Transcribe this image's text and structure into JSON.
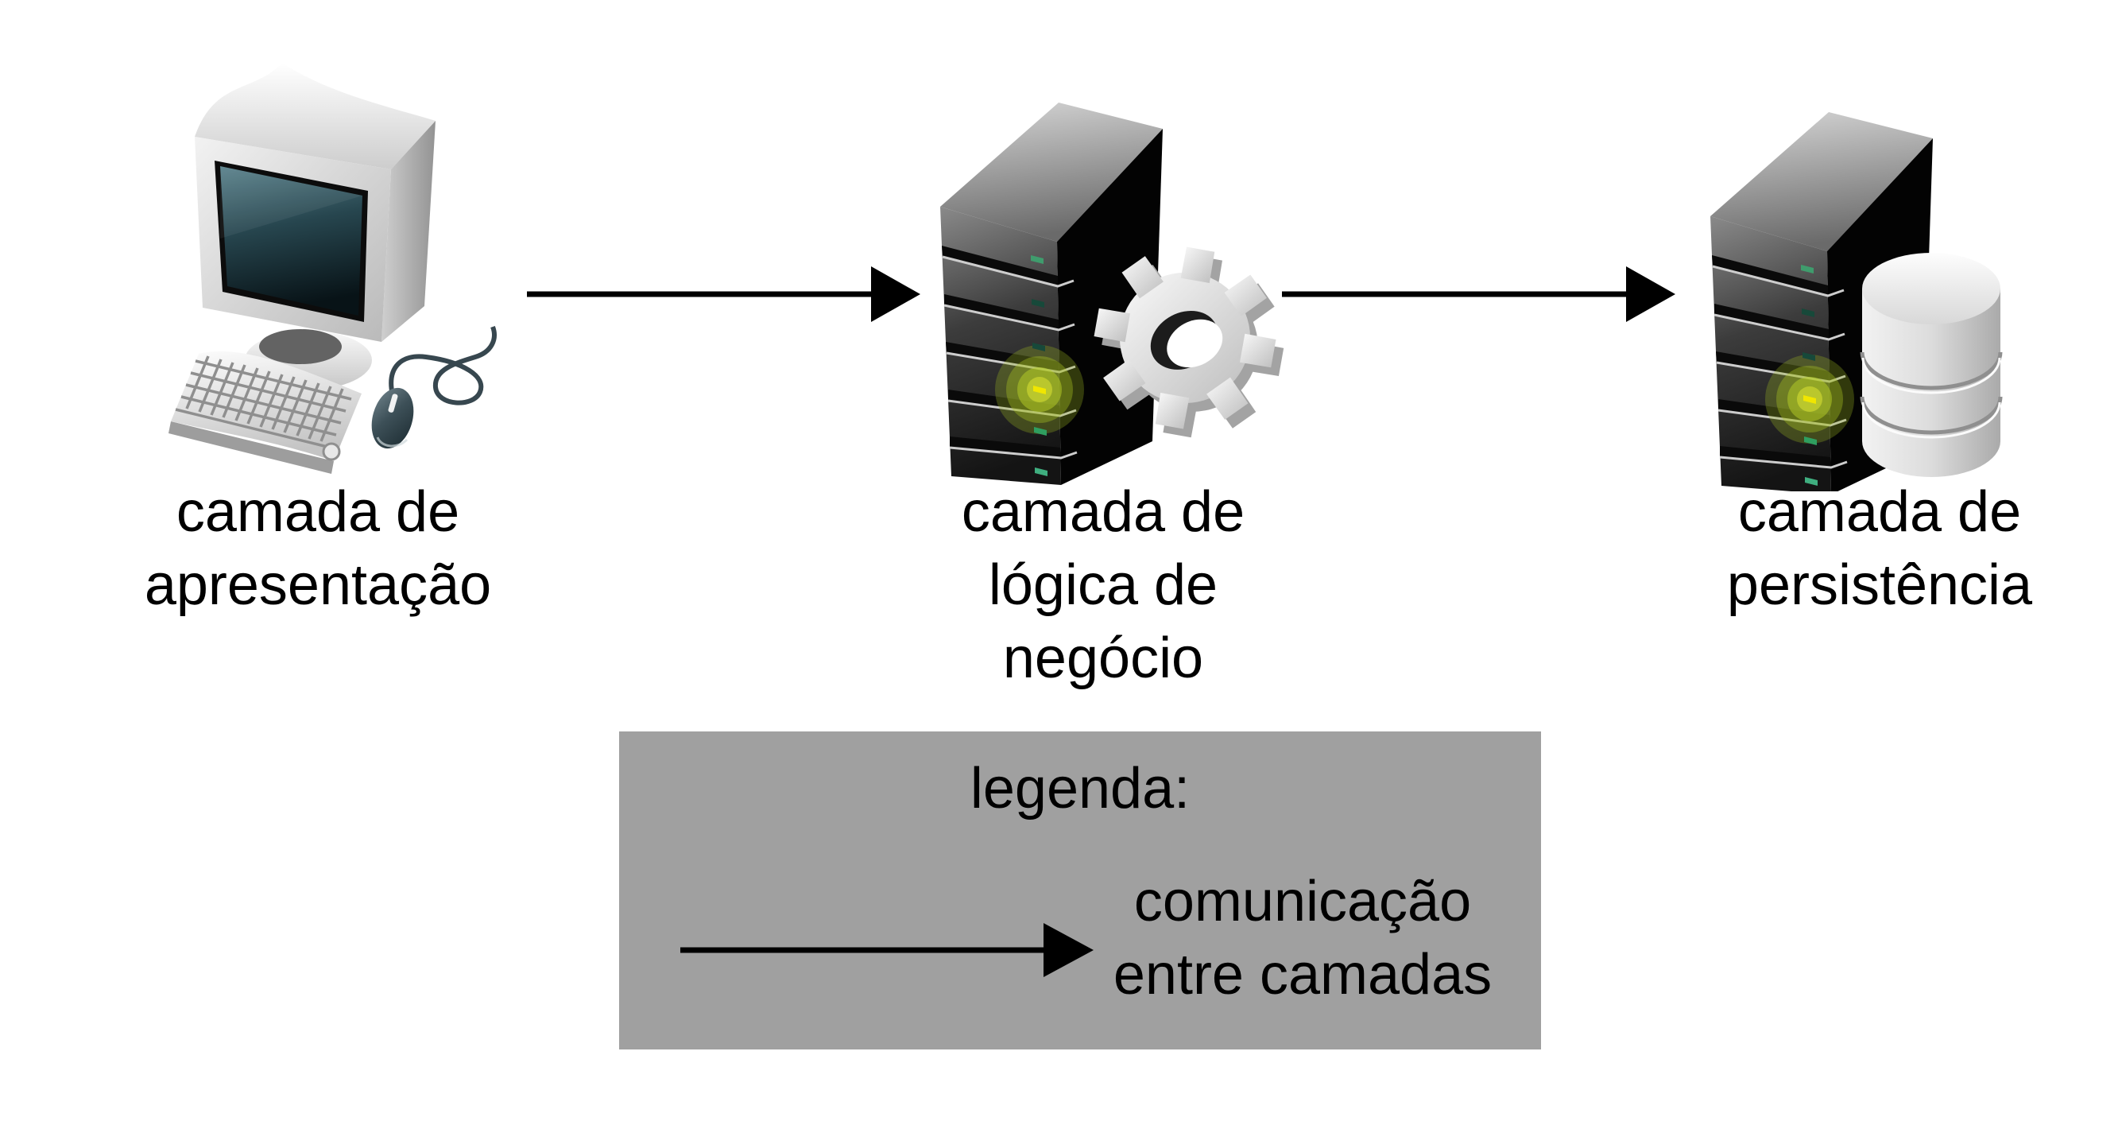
{
  "nodes": [
    {
      "id": "presentation",
      "icon": "desktop-computer",
      "label": "camada de\napresentação"
    },
    {
      "id": "business-logic",
      "icon": "server-gear",
      "label": "camada de\nlógica de\nnegócio"
    },
    {
      "id": "persistence",
      "icon": "server-database",
      "label": "camada de\npersistência"
    }
  ],
  "connections": [
    {
      "from": "presentation",
      "to": "business-logic",
      "style": "solid-arrow"
    },
    {
      "from": "business-logic",
      "to": "persistence",
      "style": "solid-arrow"
    }
  ],
  "legend": {
    "title": "legenda:",
    "items": [
      {
        "symbol": "solid-arrow",
        "label": "comunicação\nentre camadas"
      }
    ]
  },
  "colors": {
    "background": "#ffffff",
    "text": "#000000",
    "arrow": "#000000",
    "legend_background": "#a0a0a0",
    "server_led_green": "#3f9c6d",
    "server_led_alert": "#f0e600",
    "screen_teal": "#2e505a"
  }
}
